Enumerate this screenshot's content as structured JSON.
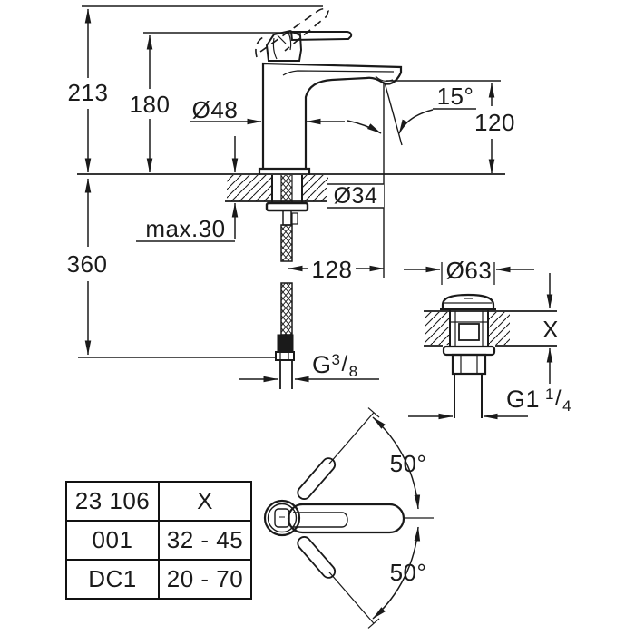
{
  "colors": {
    "ink": "#1a1a1a",
    "background": "#ffffff"
  },
  "labels": {
    "total_height": "213",
    "handle_height": "180",
    "base_diameter": "Ø48",
    "spout_angle": "15°",
    "spout_height": "120",
    "hole_diameter": "Ø34",
    "max_deck_thickness": "max.30",
    "hose_length": "360",
    "spout_reach": "128",
    "supply_thread": {
      "base": "G",
      "sup": "3",
      "slash": "/",
      "sub": "8"
    },
    "waste_cap_diameter": "Ø63",
    "deck_thickness": "X",
    "waste_thread": {
      "base": "G1",
      "sup": "1",
      "slash": "/",
      "sub": "4"
    },
    "handle_swing_upper": "50°",
    "handle_swing_lower": "50°"
  },
  "table": {
    "rows": [
      {
        "c1": "23 106",
        "c2": "X"
      },
      {
        "c1": "001",
        "c2": "32 - 45"
      },
      {
        "c1": "DC1",
        "c2": "20 - 70"
      }
    ]
  }
}
